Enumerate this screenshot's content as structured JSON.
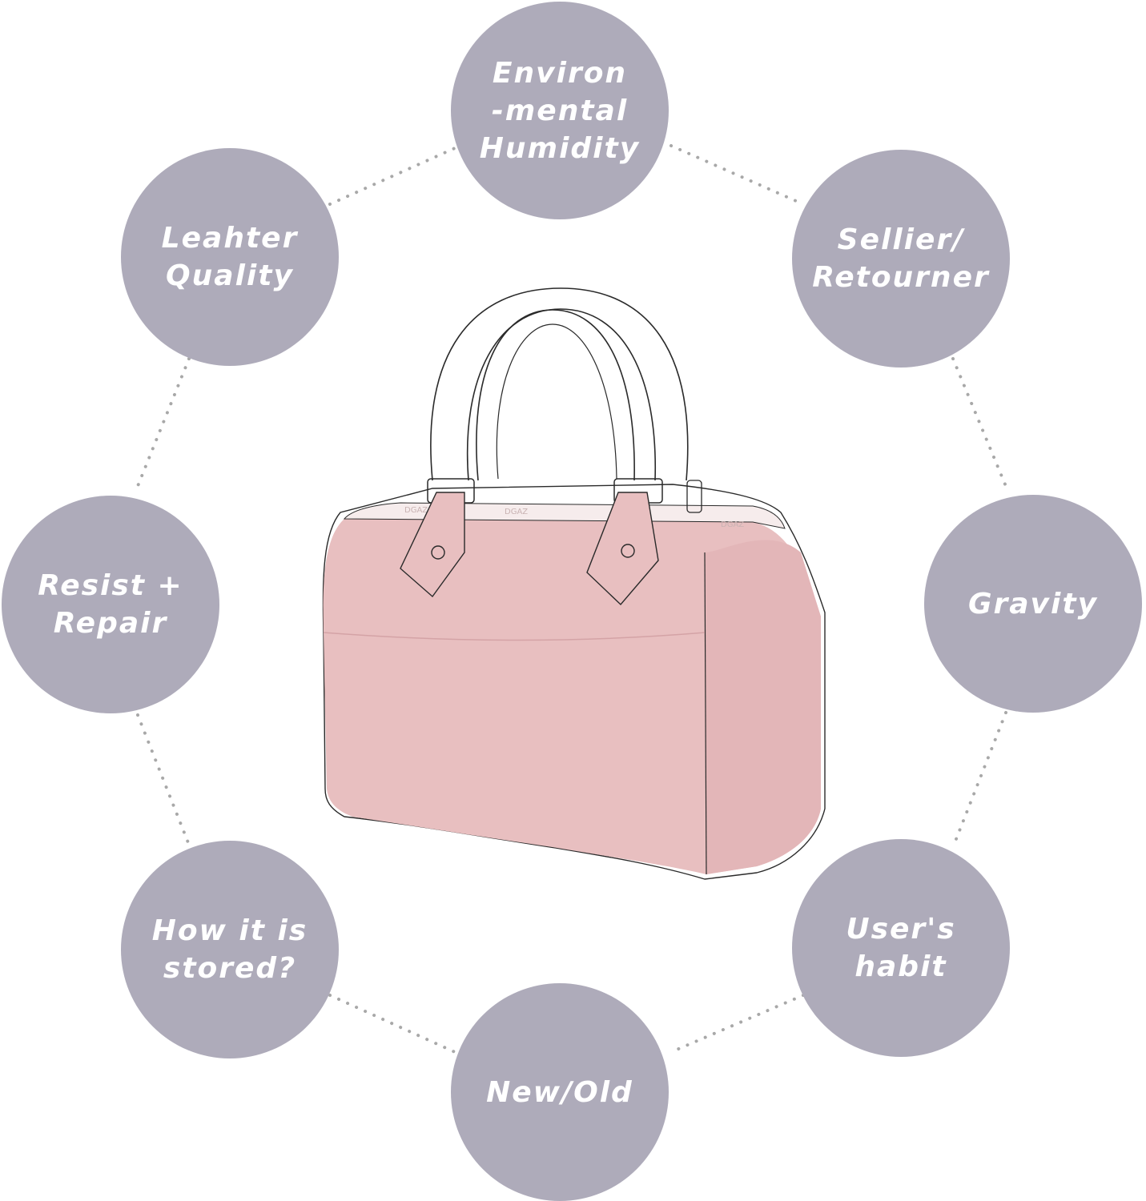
{
  "factors": {
    "humidity": "Environ\n-mental\nHumidity",
    "leather": "Leahter\nQuality",
    "sellier": "Sellier/\nRetourner",
    "resist": "Resist +\nRepair",
    "gravity": "Gravity",
    "stored": "How it is\nstored?",
    "habit": "User's\nhabit",
    "newold": "New/Old"
  },
  "bag": {
    "insert_print": "DGAZ"
  },
  "colors": {
    "circle_fill": "#aeabba",
    "circle_text": "#ffffff",
    "connector": "#a8a8a8",
    "insert_pink": "#e8bfc0"
  }
}
